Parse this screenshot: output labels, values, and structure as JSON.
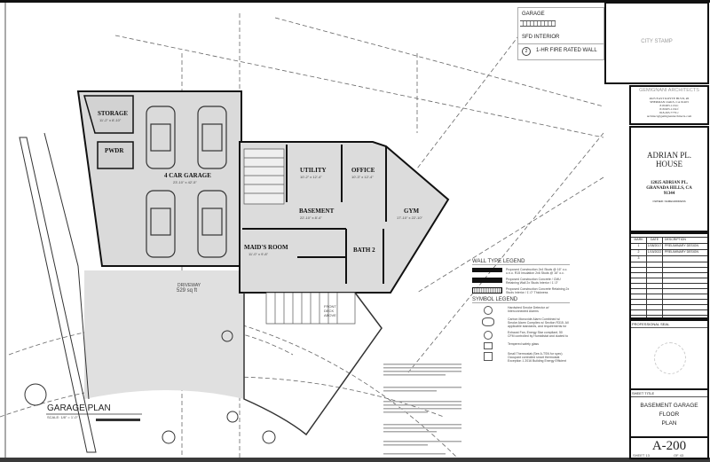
{
  "sheet": {
    "city_stamp": "CITY STAMP",
    "firm_name": "GEMIGNANI ARCHITECTS",
    "firm_address": [
      "4625 EAST KOYTE BLVD, #6",
      "SHERMAN OAKS, CA 91403",
      "818.905.1134 t",
      "818.905.1134 f",
      "818.265.7779 c"
    ],
    "firm_email": "architect@gemignaniarchitects.com",
    "project_title": [
      "ADRIAN PL.",
      "HOUSE"
    ],
    "project_address": [
      "12025 ADRIAN PL.",
      "GRANADA HILLS, CA",
      "91344"
    ],
    "owner_label": "OWNER: NAME/ADDRESS",
    "revision_headers": [
      "MARK",
      "DATE",
      "DESCRIPTION"
    ],
    "revisions": [
      {
        "mark": "1",
        "date": "1/08/2017",
        "desc": "PRELIMINARY DESIGN"
      },
      {
        "mark": "2",
        "date": "1/15/2022",
        "desc": "PRELIMINARY DESIGN"
      },
      {
        "mark": "3",
        "date": "",
        "desc": ""
      }
    ],
    "professional_seal": "PROFESSIONAL SEAL",
    "sheet_title_label": "SHEET TITLE",
    "sheet_title": [
      "BASEMENT GARAGE FLOOR",
      "PLAN"
    ],
    "sheet_number": "A-200",
    "sheet_index": "SHEET 13",
    "sheet_total": "OF 43"
  },
  "wall_detail": {
    "garage": "GARAGE",
    "sfd_interior": "SFD INTERIOR",
    "fire_rated_tag": "2",
    "fire_rated": "1-HR FIRE RATED WALL"
  },
  "legend": {
    "wall_type_title": "WALL TYPE LEGEND",
    "wall_types": [
      "Proposed Construction 2x4 Studs @ 16\" o.c. u.n.o. R15 Insulation 2x6 Studs @ 16\" o.c. u.n.o. R15 Insulation at all plumbing walls",
      "Proposed Construction Concrete / CMU Retaining Wall 2x Studs Interior / 1'-0\" Thickness",
      "Proposed Construction Concrete Retaining 2x Studs Interior / 1'-0\" Thickness"
    ],
    "symbol_title": "SYMBOL LEGEND",
    "symbols": [
      "Hardwired Smoke Detector w/ Interconnected Alarms",
      "Carbon Monoxide Alarm Combined w/ Smoke Alarm Complies w/ Section R315. All applicable standards, and requirements for testing and approval by the office of the State Fire Marshall",
      "Exhaust Fan, Energy Star compliant, 50 CFM controlled by Humidistat and ducted to terminate to the exterior of the building",
      "Tempered safety glass",
      "Small Thermostat (See A-TSN for spec) Occupant controlled smart thermostat Exception 1 2016 Building Energy Efficient Standards Pg 117"
    ]
  },
  "plan": {
    "title": "GARAGE PLAN",
    "scale": "SCALE: 1/8\" = 1'-0\"",
    "rooms": {
      "storage": "STORAGE",
      "storage_dim": "11'-2\" x 8'-10\"",
      "pwdr": "PWDR",
      "garage": "4 CAR GARAGE",
      "garage_dim": "23'-10\" x 42'-5\"",
      "driveway": "DRIVEWAY",
      "driveway_area": "529 sq ft",
      "utility": "UTILITY",
      "utility_dim": "10'-2\" x 12'-4\"",
      "office": "OFFICE",
      "office_dim": "10'-3\" x 12'-4\"",
      "basement": "BASEMENT",
      "basement_dim": "22'-10\" x 8'-4\"",
      "gym": "GYM",
      "gym_dim": "17'-10\" x 22'-10\"",
      "maids_room": "MAID'S ROOM",
      "maids_dim": "11'-0\" x 9'-8\"",
      "bath2": "BATH 2",
      "front_deck": "FRONT DECK ABOVE"
    }
  },
  "colors": {
    "floor_fill": "#d9d9d9",
    "wall": "#111111",
    "dashed": "#555555"
  }
}
